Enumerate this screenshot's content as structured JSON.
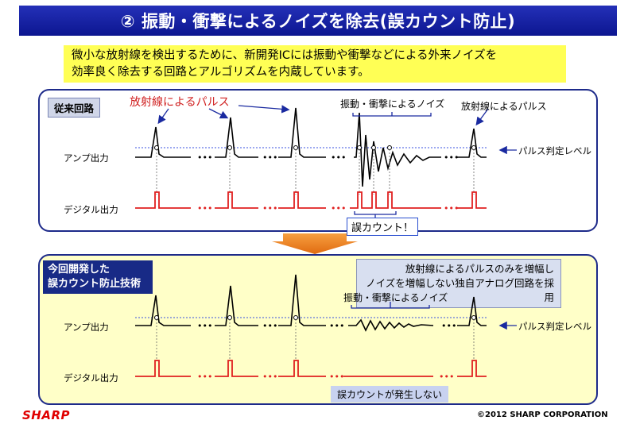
{
  "title": "② 振動・衝撃によるノイズを除去(誤カウント防止)",
  "intro": {
    "line1": "微小な放射線を検出するために、新開発ICには振動や衝撃などによる外来ノイズを",
    "line2": "効率良く除去する回路とアルゴリズムを内蔵しています。"
  },
  "conventional": {
    "tag": "従来回路",
    "pulse_label": "放射線によるパルス",
    "noise_label": "振動・衝撃によるノイズ",
    "pulse_label_right": "放射線によるパルス",
    "amp_output": "アンプ出力",
    "digital_output": "デジタル出力",
    "level_label": "パルス判定レベル",
    "miscount": "誤カウント！",
    "dots": "…"
  },
  "new": {
    "tag_line1": "今回開発した",
    "tag_line2": "誤カウント防止技術",
    "callout_line1": "放射線によるパルスのみを増幅し",
    "callout_line2": "ノイズを増幅しない独自アナログ回路を採用",
    "noise_label": "振動・衝撃によるノイズ",
    "amp_output": "アンプ出力",
    "digital_output": "デジタル出力",
    "level_label": "パルス判定レベル",
    "no_miscount": "誤カウントが発生しない",
    "dots": "…"
  },
  "colors": {
    "title_bg": "#1b2aa8",
    "intro_bg": "#ffff55",
    "pulse_red": "#d02020",
    "panel_border": "#1d2a8a",
    "panel2_bg": "#ffffc8"
  },
  "footer": {
    "logo": "SHARP",
    "copyright": "©2012 SHARP CORPORATION"
  }
}
